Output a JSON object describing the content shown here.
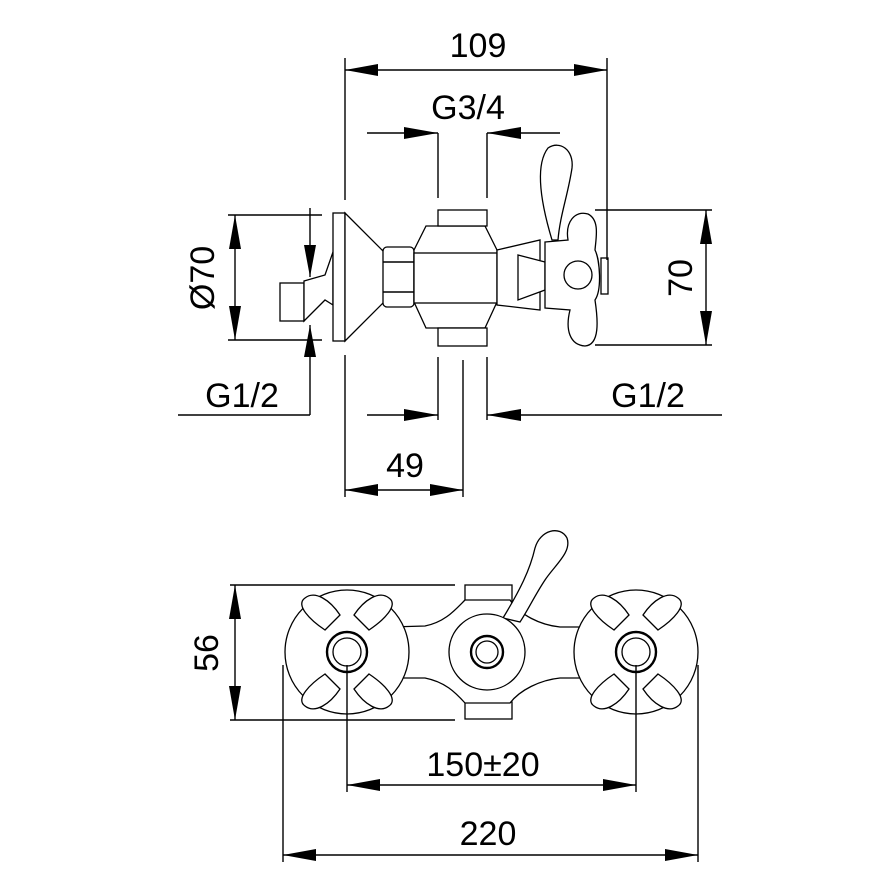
{
  "top_view": {
    "overall_depth": "109",
    "outlet_thread": "G3/4",
    "flange_diameter": "Ø70",
    "inlet_thread_left": "G1/2",
    "inlet_thread_right": "G1/2",
    "wall_to_center": "49",
    "handle_height": "70"
  },
  "front_view": {
    "height": "56",
    "center_distance": "150±20",
    "overall_width": "220"
  }
}
